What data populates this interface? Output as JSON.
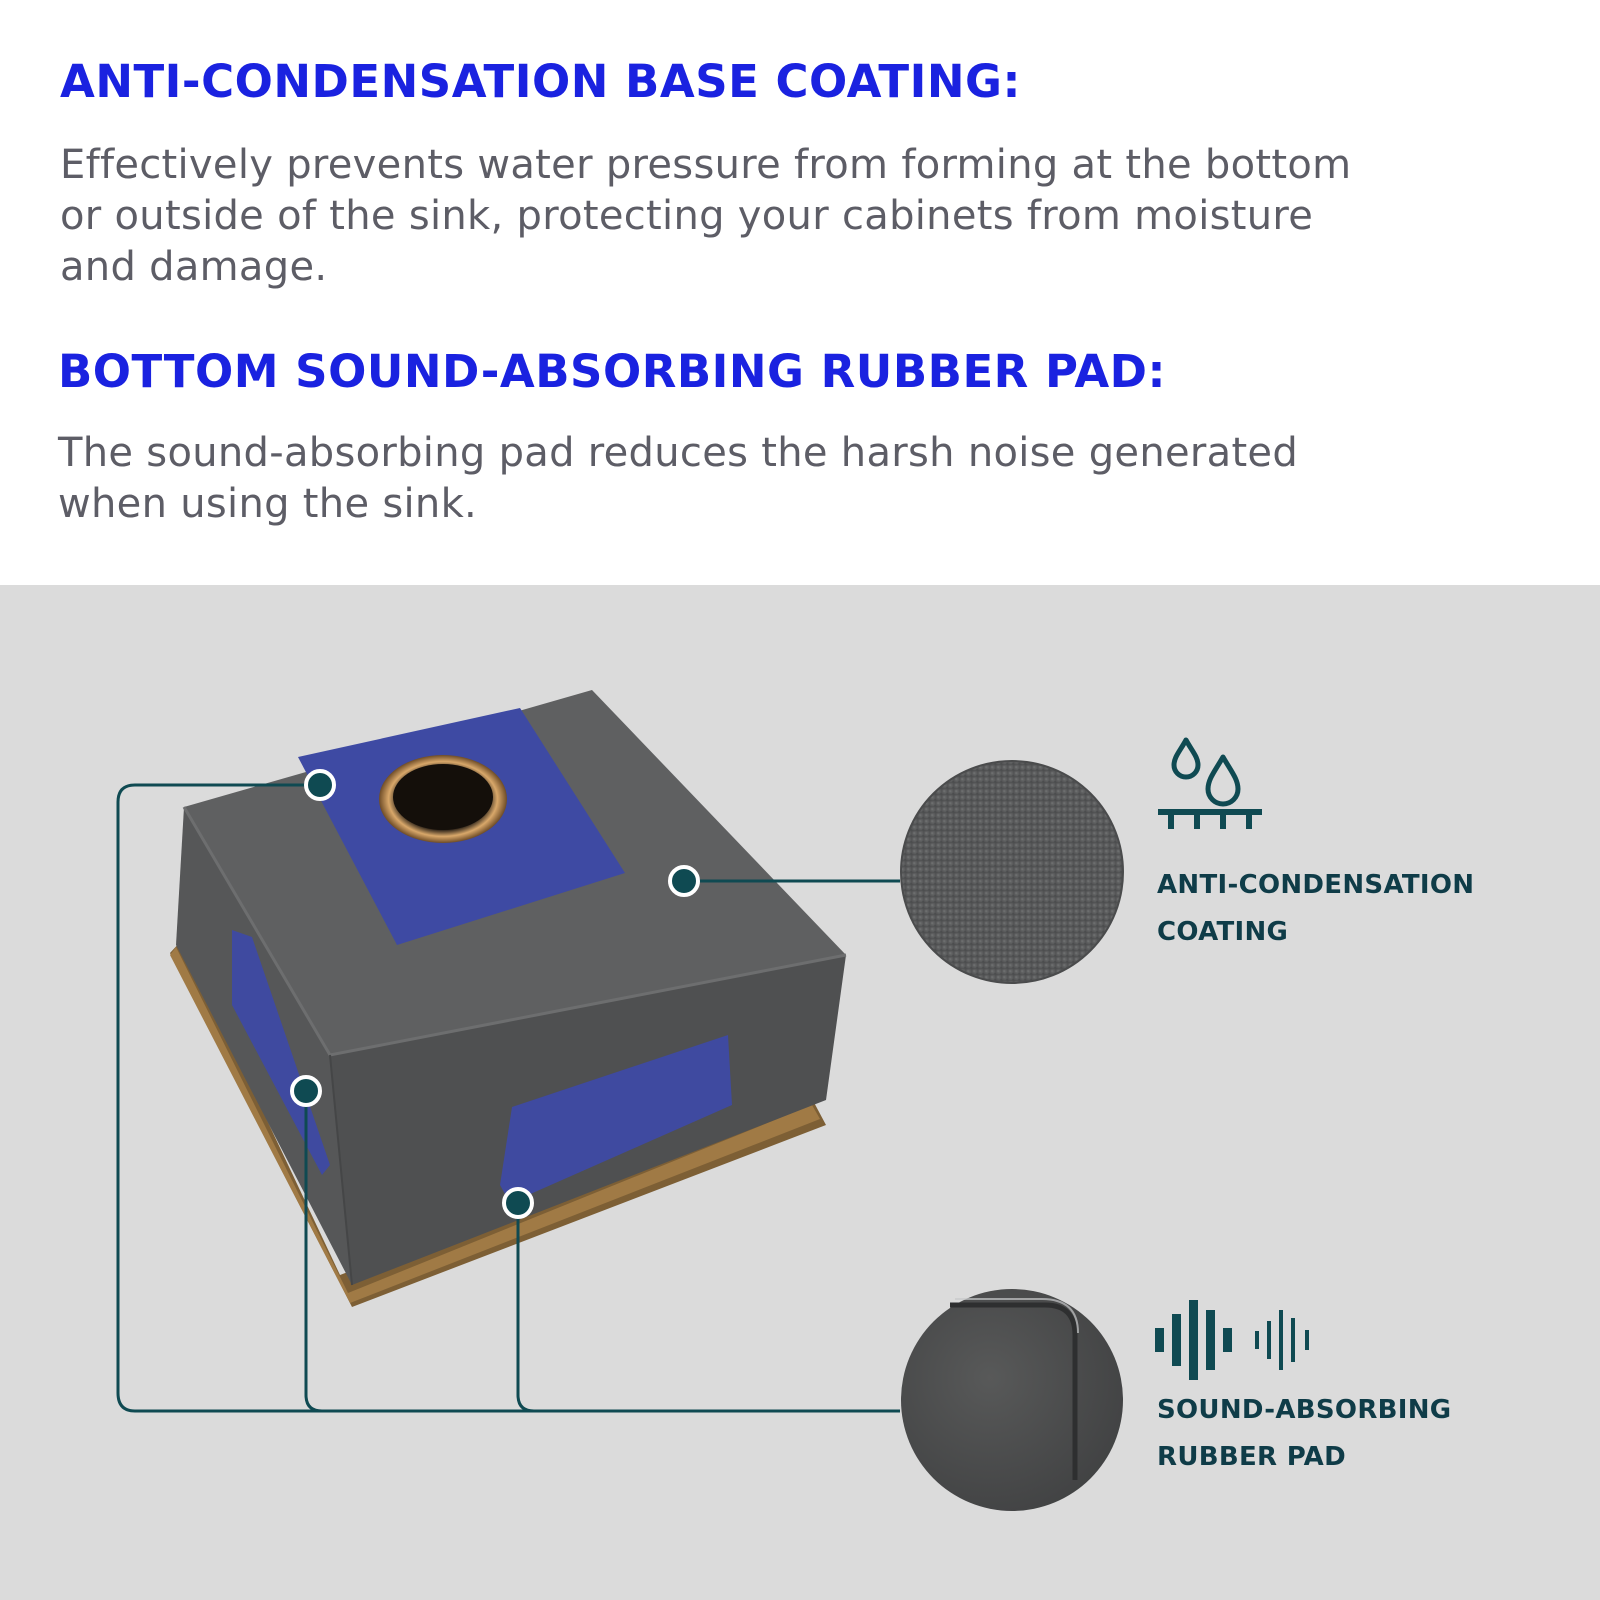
{
  "section1": {
    "heading": "ANTI-CONDENSATION BASE COATING:",
    "text": "Effectively prevents water pressure from forming at the bottom or outside of the sink, protecting your cabinets from moisture and damage."
  },
  "section2": {
    "heading": "BOTTOM SOUND-ABSORBING RUBBER PAD:",
    "text": "The sound-absorbing pad reduces the harsh noise generated when using the sink."
  },
  "callouts": {
    "coating": {
      "line1": "ANTI-CONDENSATION",
      "line2": "COATING",
      "icon": "water-drops-on-surface-icon"
    },
    "pad": {
      "line1": "SOUND-ABSORBING",
      "line2": "RUBBER PAD",
      "icon": "sound-wave-icon"
    }
  },
  "colors": {
    "heading": "#1a22e0",
    "body_text": "#5d5d66",
    "callout": "#0f3c48",
    "panel_bg": "#dbdbdb",
    "sink_body": "#5e5f60",
    "rubber_pad": "#3f4aa0",
    "flange": "#8a6a3c"
  }
}
